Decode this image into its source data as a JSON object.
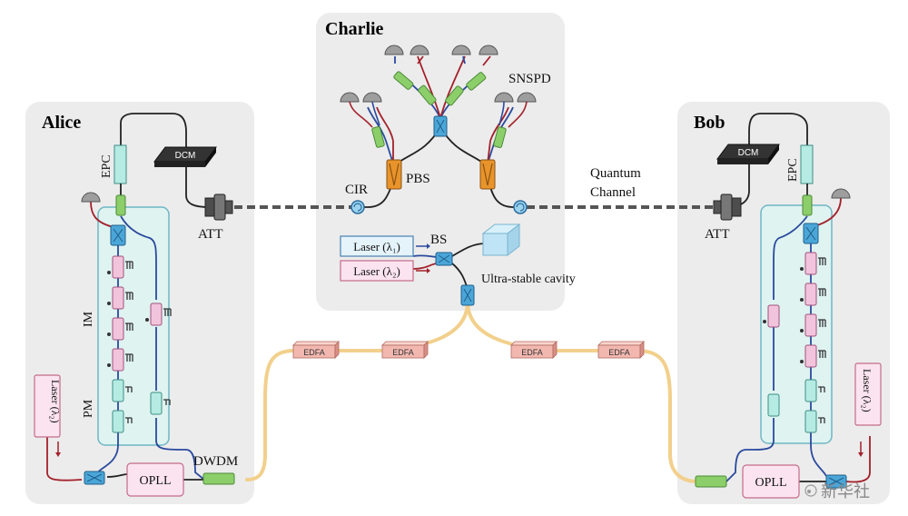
{
  "panels": {
    "alice": {
      "title": "Alice"
    },
    "charlie": {
      "title": "Charlie"
    },
    "bob": {
      "title": "Bob"
    }
  },
  "labels": {
    "epc": "EPC",
    "dcm": "DCM",
    "att": "ATT",
    "im": "IM",
    "pm": "PM",
    "laser_lambda2": "Laser (λ₂)",
    "opll": "OPLL",
    "dwdm": "DWDM",
    "snspd": "SNSPD",
    "pbs": "PBS",
    "cir": "CIR",
    "bs": "BS",
    "laser1": "Laser (λ₁)",
    "laser2": "Laser (λ₂)",
    "cavity": "Ultra-stable cavity",
    "quantum_channel_line1": "Quantum",
    "quantum_channel_line2": "Channel",
    "edfa": "EDFA"
  },
  "watermark": {
    "text": "新华社"
  },
  "colors": {
    "panel_bg": "#ececec",
    "module_bg": "#dff3f1",
    "module_border": "#6fb7c4",
    "fiber_blue": "#2b4a9e",
    "fiber_red": "#a3202a",
    "fiber_yellow": "#f2d08c",
    "fiber_black": "#222222",
    "pbs_orange": "#e8942a",
    "edfa_pink": "#f2b8b0",
    "pink_component": "#f2c4dc",
    "teal_component": "#b5ebe2",
    "green_component": "#8ccf6a"
  }
}
